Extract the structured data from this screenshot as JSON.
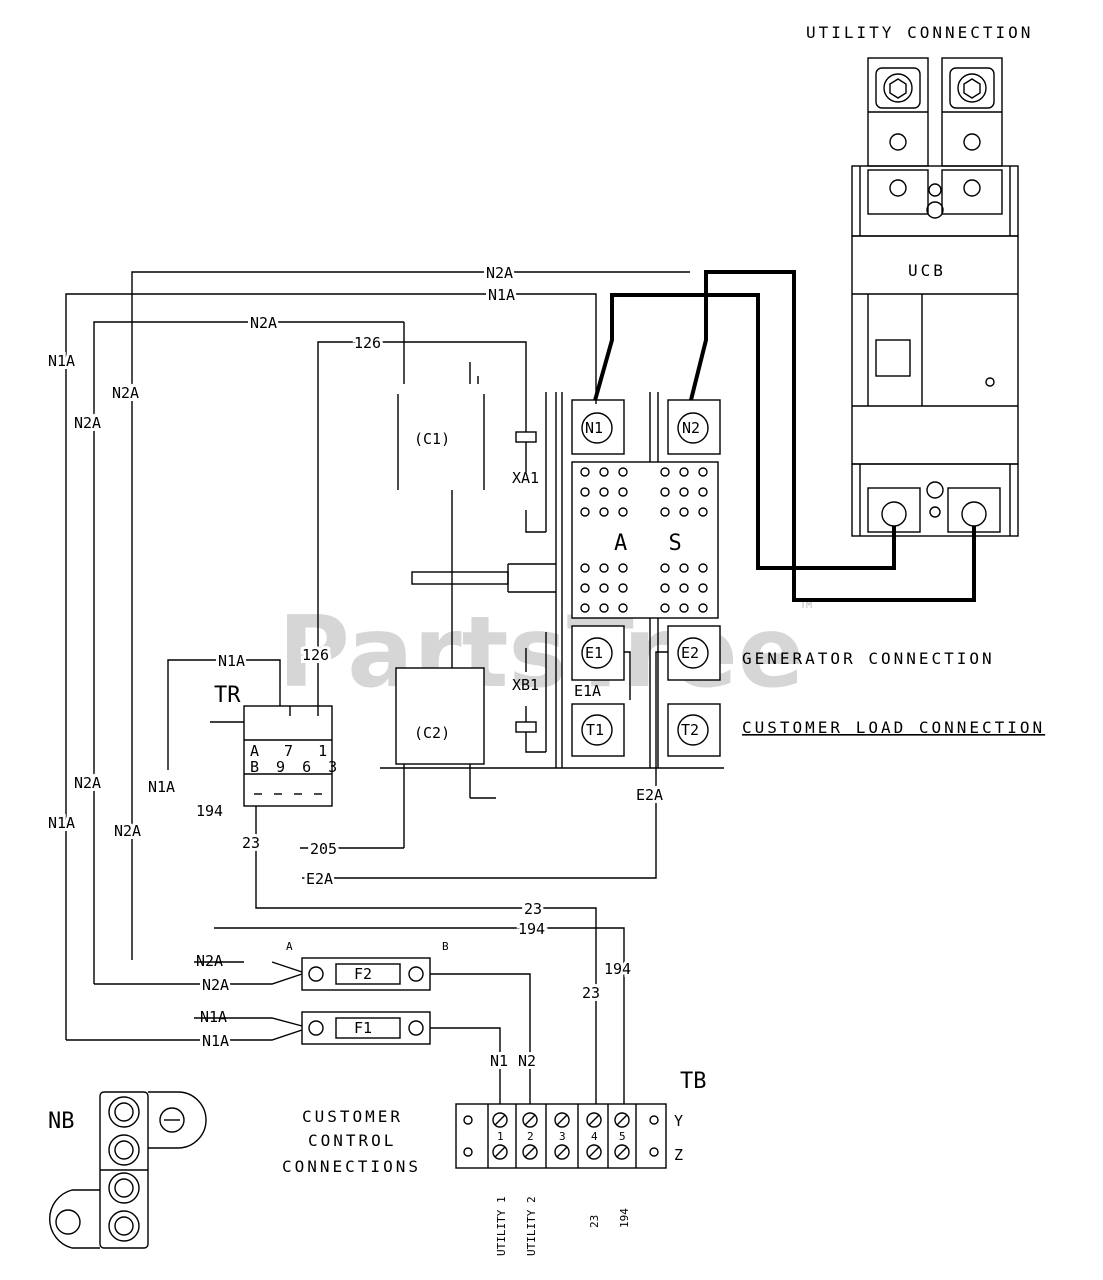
{
  "headings": {
    "utility_connection": "UTILITY CONNECTION",
    "generator_connection": "GENERATOR CONNECTION",
    "customer_load_connection": "CUSTOMER LOAD CONNECTION",
    "customer_control_1": "CUSTOMER",
    "customer_control_2": "CONTROL",
    "customer_control_3": "CONNECTIONS"
  },
  "components": {
    "utility_breaker": "UCB",
    "switch": "A S",
    "n1_terminal": "N1",
    "n2_terminal": "N2",
    "e1_terminal": "E1",
    "e2_terminal": "E2",
    "t1_terminal": "T1",
    "t2_terminal": "T2",
    "coil_c1": "(C1)",
    "coil_c2": "(C2)",
    "xa1": "XA1",
    "xb1": "XB1",
    "e1a": "E1A",
    "transformer": "TR",
    "terminal_block": "TB",
    "fuse_f1": "F1",
    "fuse_f2": "F2",
    "neutral_block": "NB",
    "tr_top": "A 7 1",
    "tr_bottom": "B 9 6 3",
    "fuse_marker_a": "A",
    "fuse_marker_b": "B",
    "tb_side_y": "Y",
    "tb_side_z": "Z"
  },
  "wires": {
    "n2a": "N2A",
    "n1a": "N1A",
    "w126": "126",
    "w194": "194",
    "w23": "23",
    "w205": "205",
    "e2a": "E2A",
    "n1": "N1",
    "n2": "N2"
  },
  "tb_terminals": [
    "1",
    "2",
    "3",
    "4",
    "5"
  ],
  "tb_labels": [
    "UTILITY 1",
    "UTILITY 2",
    "23",
    "194"
  ],
  "watermark": "PartsTree",
  "watermark_tm": "TM"
}
